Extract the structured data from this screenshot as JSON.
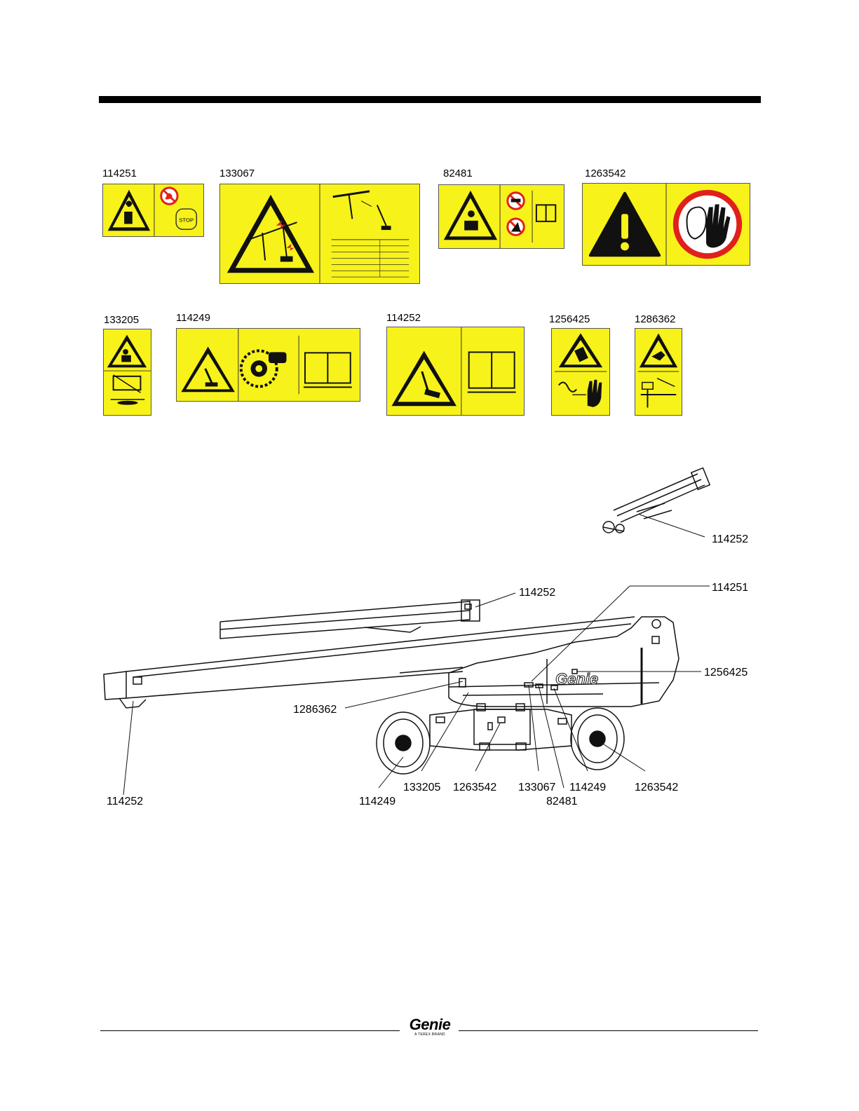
{
  "decals_row1": [
    {
      "part": "114251"
    },
    {
      "part": "133067"
    },
    {
      "part": "82481"
    },
    {
      "part": "1263542"
    }
  ],
  "decals_row2": [
    {
      "part": "133205"
    },
    {
      "part": "114249"
    },
    {
      "part": "114252"
    },
    {
      "part": "1256425"
    },
    {
      "part": "1286362"
    }
  ],
  "decal_text": {
    "stop": "STOP"
  },
  "diagram": {
    "machine_logo": "Genie",
    "callouts": {
      "cylinder": "114252",
      "jib_tip": "114252",
      "turntable_top": "114251",
      "turntable_side": "1256425",
      "turntable_front": "1286362",
      "boom_tip": "114252",
      "wheel_left": "114249",
      "chassis_1": "133205",
      "chassis_2": "1263542",
      "chassis_3": "133067",
      "chassis_4": "82481",
      "chassis_5": "114249",
      "wheel_right": "1263542"
    }
  },
  "footer": {
    "brand": "Genie",
    "tagline": "A TEREX BRAND"
  },
  "colors": {
    "decal_yellow": "#f7f21a",
    "prohibition_red": "#e0201c"
  }
}
